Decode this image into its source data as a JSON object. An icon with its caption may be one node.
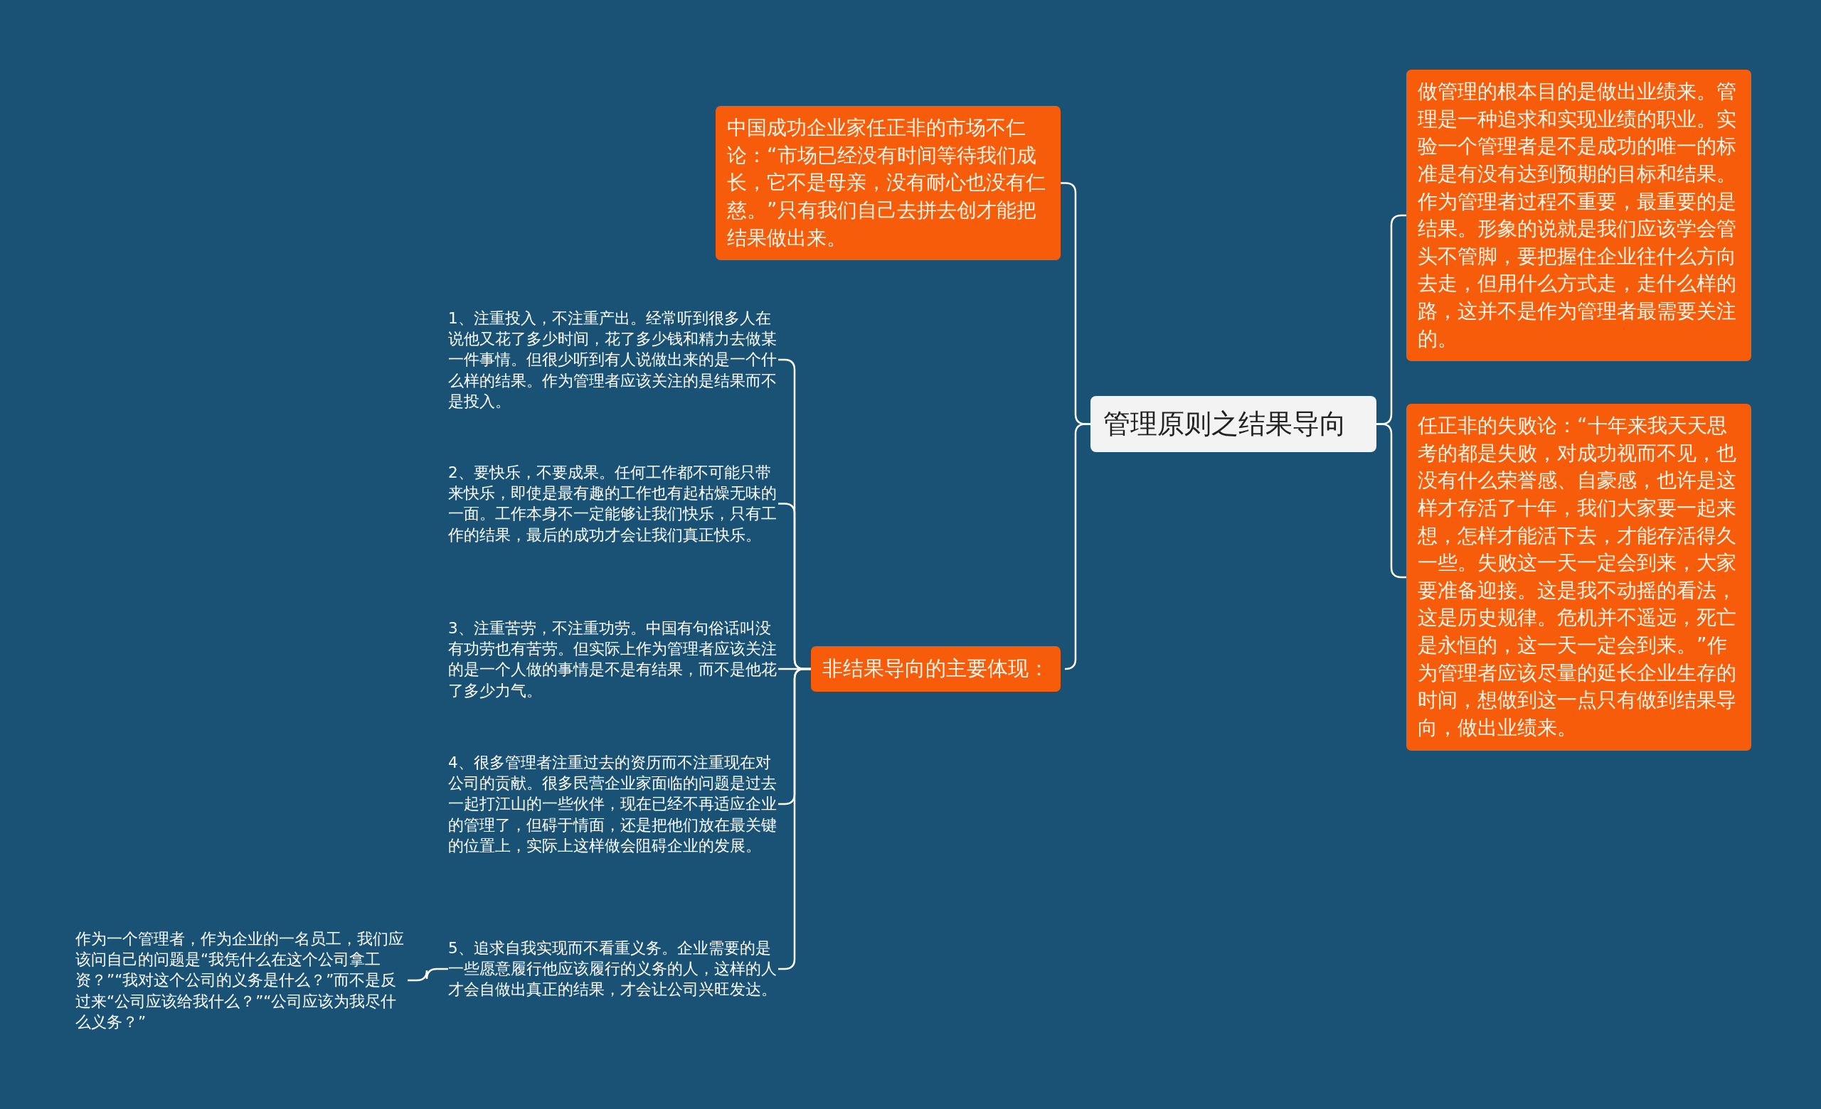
{
  "diagram": {
    "nodes": [
      {
        "text": [
          "管理原则之结果导向"
        ]
      },
      {
        "text": [
          "中国成功企业家任正非的市场不仁论：“市场已经没有时间等待我们成长，它不是母亲，没有耐心也没有仁慈。”只有我们自己去拼去创才能把结果做出来。"
        ]
      },
      {
        "text": [
          "非结果导向的主要体现："
        ]
      },
      {
        "text": [
          "1、注重投入，不注重产出。经常听到很多人在说他又花了多少时间，花了多少钱和精力去做某一件事情。但很少听到有人说做出来的是一个什么样的结果。作为管理者应该关注的是结果而不是投入。"
        ]
      },
      {
        "text": [
          "2、要快乐，不要成果。任何工作都不可能只带来快乐，即使是最有趣的工作也有起枯燥无味的一面。工作本身不一定能够让我们快乐，只有工作的结果，最后的成功才会让我们真正快乐。"
        ]
      },
      {
        "text": [
          "3、注重苦劳，不注重功劳。中国有句俗话叫没有功劳也有苦劳。但实际上作为管理者应该关注的是一个人做的事情是不是有结果，而不是他花了多少力气。"
        ]
      },
      {
        "text": [
          "4、很多管理者注重过去的资历而不注重现在对公司的贡献。很多民营企业家面临的问题是过去一起打江山的一些伙伴，现在已经不再适应企业的管理了，但碍于情面，还是把他们放在最关键的位置上，实际上这样做会阻碍企业的发展。"
        ]
      },
      {
        "text": [
          "5、追求自我实现而不看重义务。企业需要的是一些愿意履行他应该履行的义务的人，这样的人才会自做出真正的结果，才会让公司兴旺发达。"
        ]
      },
      {
        "text": [
          "作为一个管理者，作为企业的一名员工，我们应该问自己的问题是“我凭什么在这个公司拿工资？”“我对这个公司的义务是什么？”而不是反过来“公司应该给我什么？”“公司应该为我尽什么义务？”"
        ]
      },
      {
        "text": [
          "做管理的根本目的是做出业绩来。管理是一种追求和实现业绩的职业。实验一个管理者是不是成功的唯一的标准是有没有达到预期的目标和结果。作为管理者过程不重要，最重要的是结果。形象的说就是我们应该学会管头不管脚，要把握住企业往什么方向去走，但用什么方式走，走什么样的路，这并不是作为管理者最需要关注的。"
        ]
      },
      {
        "text": [
          "任正非的失败论：“十年来我天天思考的都是失败，对成功视而不见，也没有什么荣誉感、自豪感，也许是这样才存活了十年，我们大家要一起来想，怎样才能活下去，才能存活得久一些。失败这一天一定会到来，大家要准备迎接。这是我不动摇的看法，这是历史规律。危机并不遥远，死亡是永恒的，这一天一定会到来。”作为管理者应该尽量的延长企业生存的时间，想做到这一点只有做到结果导向，做出业绩来。"
        ]
      }
    ],
    "edges": [
      {
        "from": 0,
        "to": 1,
        "arrow": "none"
      },
      {
        "from": 0,
        "to": 2,
        "arrow": "none"
      },
      {
        "from": 2,
        "to": 3,
        "arrow": "none"
      },
      {
        "from": 2,
        "to": 4,
        "arrow": "none"
      },
      {
        "from": 2,
        "to": 5,
        "arrow": "none"
      },
      {
        "from": 2,
        "to": 6,
        "arrow": "none"
      },
      {
        "from": 2,
        "to": 7,
        "arrow": "none"
      },
      {
        "from": 7,
        "to": 8,
        "arrow": "none"
      },
      {
        "from": 0,
        "to": 9,
        "arrow": "none"
      },
      {
        "from": 0,
        "to": 10,
        "arrow": "none"
      }
    ]
  }
}
